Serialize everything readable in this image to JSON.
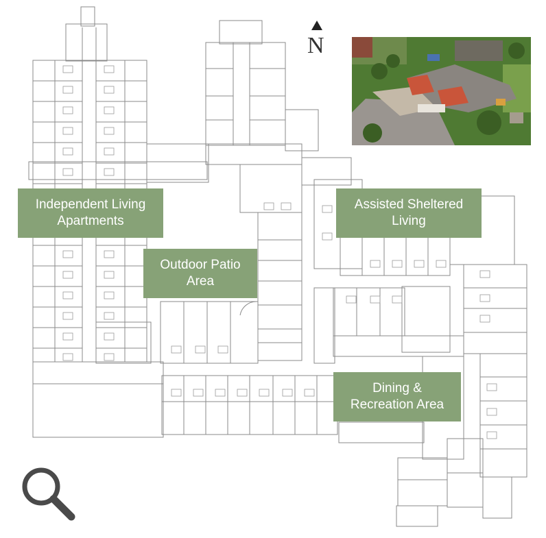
{
  "compass": {
    "letter": "N",
    "icon": "north-arrow-icon"
  },
  "photo": {
    "icon": "aerial-photo"
  },
  "zoom": {
    "icon": "magnifier-icon"
  },
  "colors": {
    "label_bg": "#87a277",
    "line": "#8a8a8a",
    "photo_grass": "#4f7a33",
    "photo_roof_red": "#c9553a",
    "photo_roof_gray": "#8a8580"
  },
  "areas": [
    {
      "id": "independent",
      "lines": [
        "Independent Living",
        "Apartments"
      ]
    },
    {
      "id": "patio",
      "lines": [
        "Outdoor Patio",
        "Area"
      ]
    },
    {
      "id": "assisted",
      "lines": [
        "Assisted Sheltered",
        "Living"
      ]
    },
    {
      "id": "dining",
      "lines": [
        "Dining &",
        "Recreation Area"
      ]
    }
  ]
}
